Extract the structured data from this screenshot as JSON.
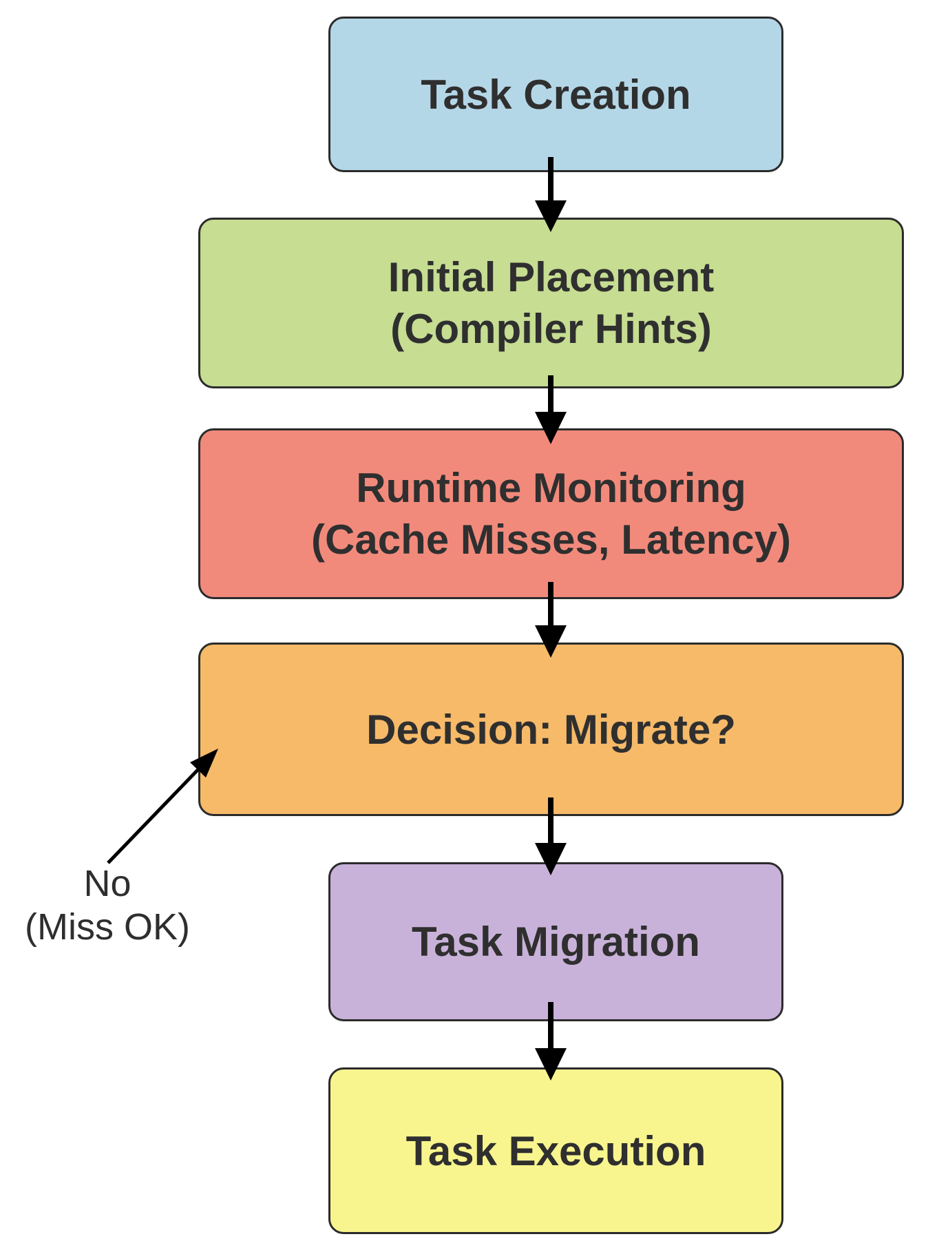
{
  "diagram": {
    "type": "flowchart",
    "nodes": [
      {
        "id": "task-creation",
        "label": "Task Creation",
        "fill": "#b4d7e8"
      },
      {
        "id": "initial-placement",
        "label": "Initial Placement",
        "sublabel": "(Compiler Hints)",
        "fill": "#c6dd92"
      },
      {
        "id": "runtime-monitoring",
        "label": "Runtime Monitoring",
        "sublabel": "(Cache Misses, Latency)",
        "fill": "#f28a7c"
      },
      {
        "id": "decision-migrate",
        "label": "Decision: Migrate?",
        "fill": "#f6ba69"
      },
      {
        "id": "task-migration",
        "label": "Task Migration",
        "fill": "#c9b2da"
      },
      {
        "id": "task-execution",
        "label": "Task Execution",
        "fill": "#f8f58e"
      }
    ],
    "edges": [
      {
        "from": "task-creation",
        "to": "initial-placement",
        "label": ""
      },
      {
        "from": "initial-placement",
        "to": "runtime-monitoring",
        "label": ""
      },
      {
        "from": "runtime-monitoring",
        "to": "decision-migrate",
        "label": ""
      },
      {
        "from": "decision-migrate",
        "to": "task-migration",
        "label": ""
      },
      {
        "from": "task-migration",
        "to": "task-execution",
        "label": ""
      },
      {
        "from": "no-branch",
        "to": "decision-migrate",
        "label": "No (Miss OK)"
      }
    ],
    "no_label": {
      "line1": "No",
      "line2": "(Miss OK)"
    },
    "colors": {
      "arrow": "#000000",
      "border": "#2b2b2b",
      "text": "#2f2f2f",
      "background": "#ffffff"
    }
  }
}
